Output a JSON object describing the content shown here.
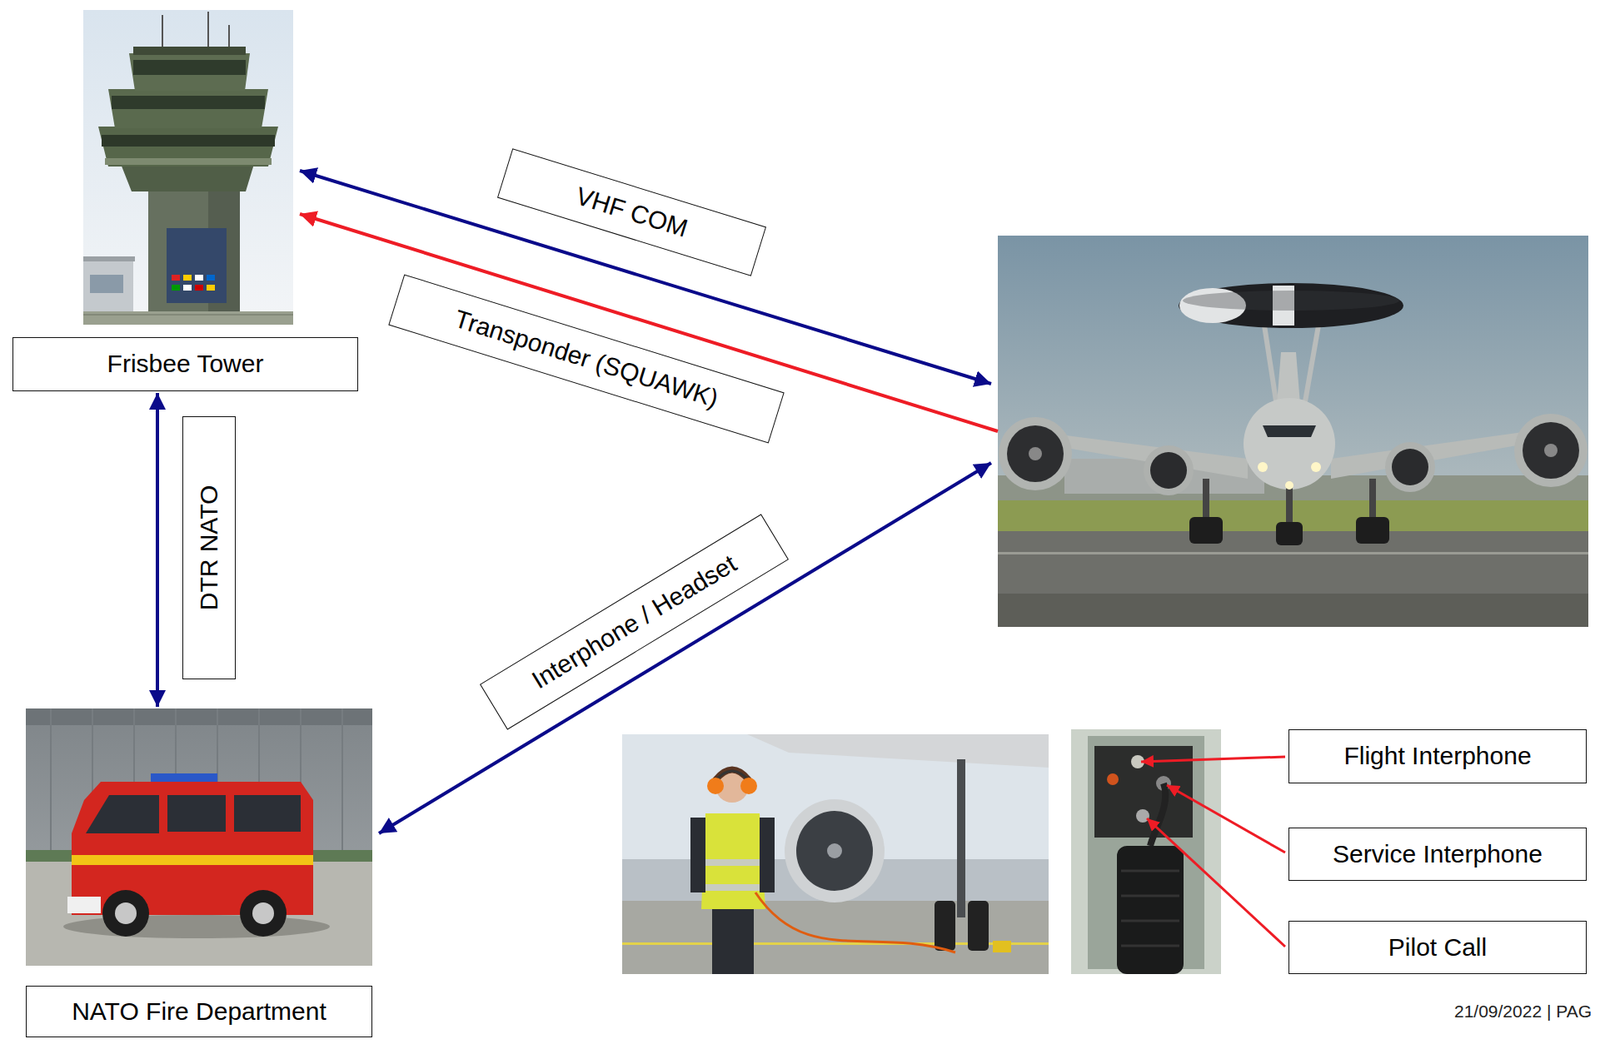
{
  "diagram": {
    "nodes": [
      {
        "text": [
          "Frisbee Tower"
        ]
      },
      {
        "text": [
          "NATO Fire Department"
        ]
      },
      {
        "text": [
          "Flight Interphone"
        ]
      },
      {
        "text": [
          "Service Interphone"
        ]
      },
      {
        "text": [
          "Pilot Call"
        ]
      }
    ],
    "edges": [
      {
        "from": 0,
        "to": 1,
        "label": "DTR NATO",
        "arrow": "both"
      }
    ],
    "labels": [
      "VHF COM",
      "Transponder (SQUAWK)",
      "Interphone / Headset",
      "21/09/2022 | PAG"
    ]
  }
}
